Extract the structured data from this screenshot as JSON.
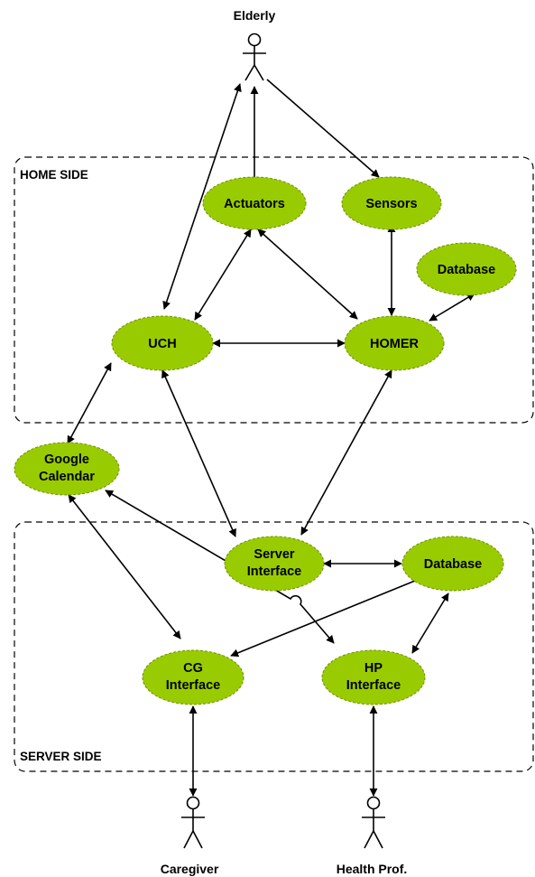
{
  "colors": {
    "node_fill": "#99cc00",
    "node_border": "#6f8f00",
    "line": "#000000"
  },
  "regions": {
    "home": {
      "label": "HOME SIDE"
    },
    "server": {
      "label": "SERVER SIDE"
    }
  },
  "actors": {
    "elderly": {
      "label": "Elderly"
    },
    "caregiver": {
      "label": "Caregiver"
    },
    "health_prof": {
      "label": "Health Prof."
    }
  },
  "nodes": {
    "actuators": {
      "label": "Actuators"
    },
    "sensors": {
      "label": "Sensors"
    },
    "home_database": {
      "label": "Database"
    },
    "uch": {
      "label": "UCH"
    },
    "homer": {
      "label": "HOMER"
    },
    "google_calendar": {
      "line1": "Google",
      "line2": "Calendar"
    },
    "server_interface": {
      "line1": "Server",
      "line2": "Interface"
    },
    "server_database": {
      "label": "Database"
    },
    "cg_interface": {
      "line1": "CG",
      "line2": "Interface"
    },
    "hp_interface": {
      "line1": "HP",
      "line2": "Interface"
    }
  },
  "connections": [
    {
      "from": "elderly",
      "to": "uch",
      "arrows": "both"
    },
    {
      "from": "actuators",
      "to": "elderly",
      "arrows": "end"
    },
    {
      "from": "elderly",
      "to": "sensors",
      "arrows": "end"
    },
    {
      "from": "uch",
      "to": "actuators",
      "arrows": "both"
    },
    {
      "from": "actuators",
      "to": "homer",
      "arrows": "both"
    },
    {
      "from": "sensors",
      "to": "homer",
      "arrows": "both"
    },
    {
      "from": "homer",
      "to": "home_database",
      "arrows": "both"
    },
    {
      "from": "uch",
      "to": "homer",
      "arrows": "both"
    },
    {
      "from": "google_calendar",
      "to": "uch",
      "arrows": "both"
    },
    {
      "from": "uch",
      "to": "server_interface",
      "arrows": "both"
    },
    {
      "from": "homer",
      "to": "server_interface",
      "arrows": "both"
    },
    {
      "from": "google_calendar",
      "to": "cg_interface",
      "arrows": "both"
    },
    {
      "from": "google_calendar",
      "to": "hp_interface",
      "arrows": "both"
    },
    {
      "from": "server_interface",
      "to": "server_database",
      "arrows": "both"
    },
    {
      "from": "server_database",
      "to": "cg_interface",
      "arrows": "end"
    },
    {
      "from": "server_database",
      "to": "hp_interface",
      "arrows": "both"
    },
    {
      "from": "cg_interface",
      "to": "caregiver",
      "arrows": "both"
    },
    {
      "from": "hp_interface",
      "to": "health_prof",
      "arrows": "both"
    }
  ]
}
